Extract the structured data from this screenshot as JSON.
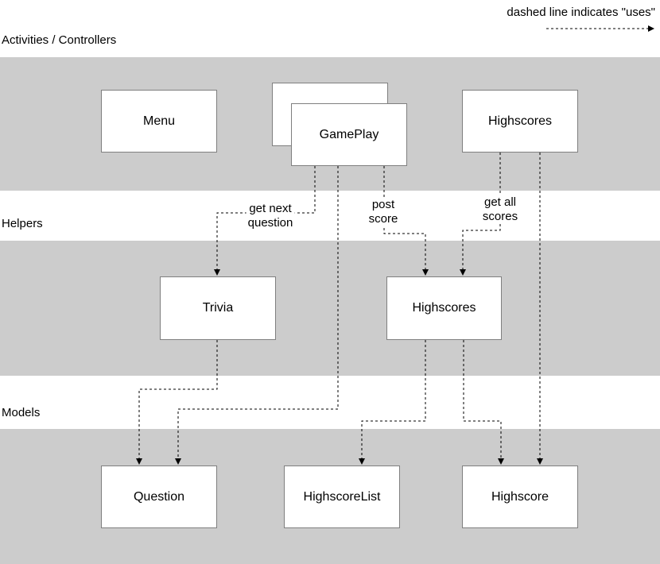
{
  "legend": {
    "text": "dashed line indicates \"uses\""
  },
  "layers": {
    "controllers": "Activities / Controllers",
    "helpers": "Helpers",
    "models": "Models"
  },
  "boxes": {
    "menu": "Menu",
    "gameplay": "GamePlay",
    "highscores_activity": "Highscores",
    "trivia": "Trivia",
    "highscores_helper": "Highscores",
    "question": "Question",
    "highscore_list": "HighscoreList",
    "highscore": "Highscore"
  },
  "edge_labels": {
    "get_next_question": "get next\nquestion",
    "post_score": "post\nscore",
    "get_all_scores": "get all\nscores"
  },
  "colors": {
    "band": "#cccccc",
    "box_fill": "#ffffff",
    "box_border": "#7f7f7f",
    "line": "#000000"
  }
}
